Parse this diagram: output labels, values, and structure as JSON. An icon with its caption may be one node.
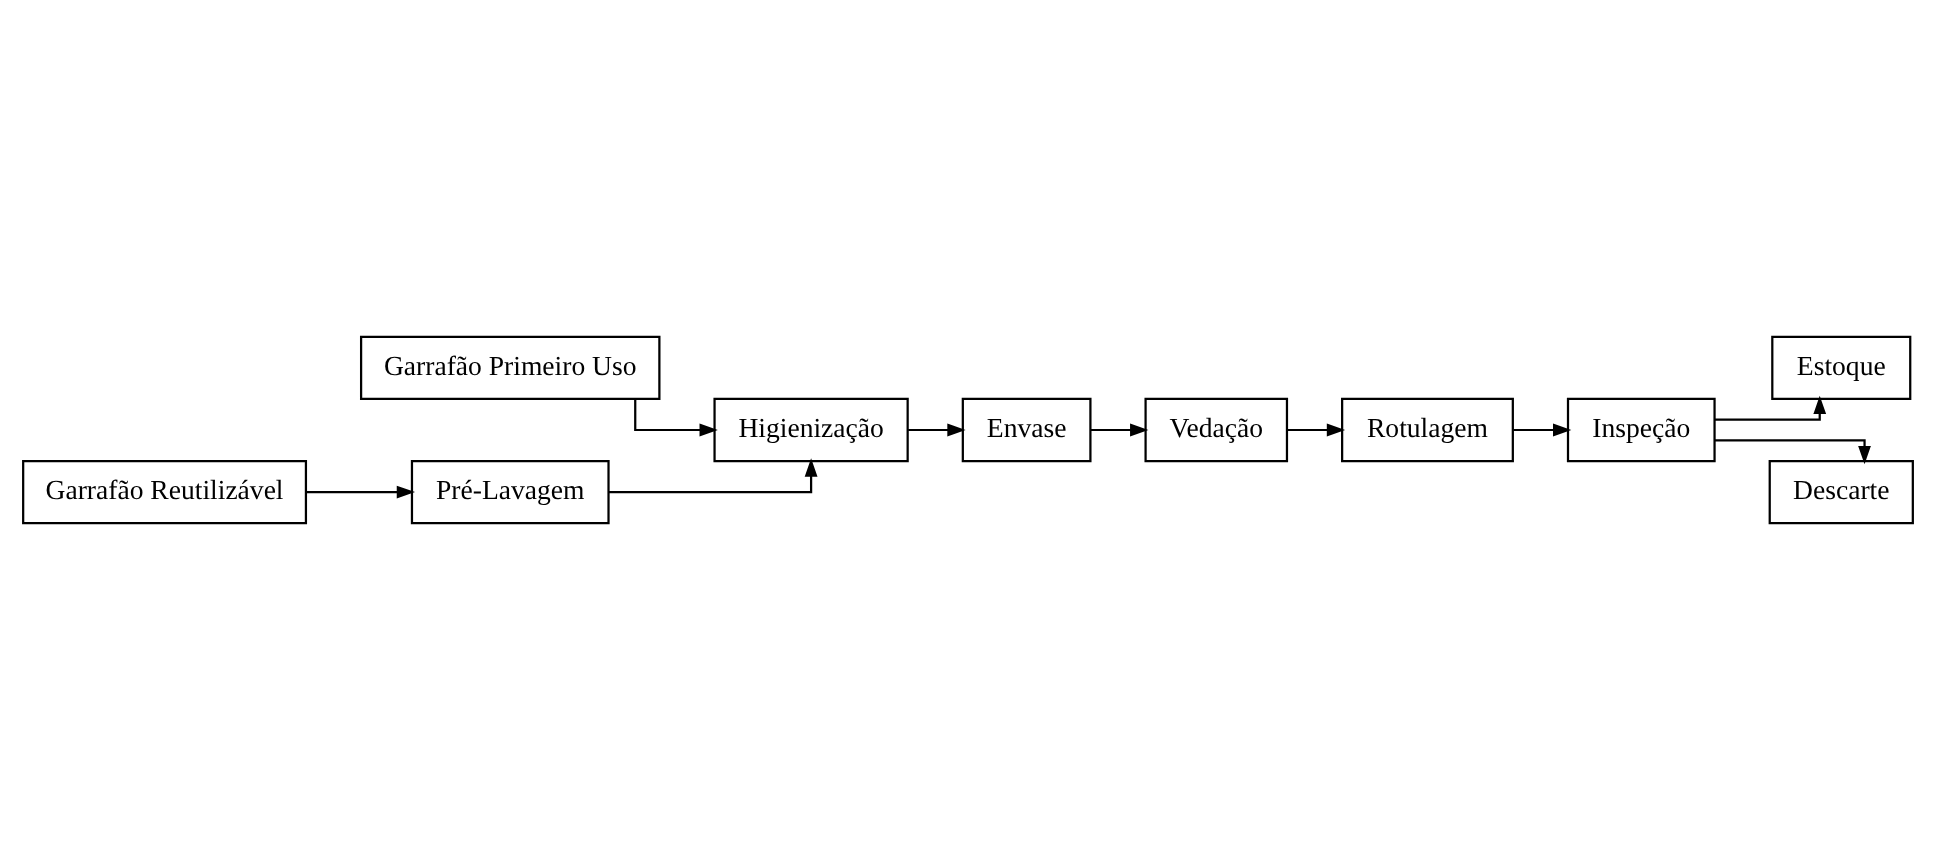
{
  "diagram": {
    "nodes": [
      {
        "text": [
          "Garrafão Primeiro Uso"
        ]
      },
      {
        "text": [
          "Garrafão Reutilizável"
        ]
      },
      {
        "text": [
          "Pré-Lavagem"
        ]
      },
      {
        "text": [
          "Higienização"
        ]
      },
      {
        "text": [
          "Envase"
        ]
      },
      {
        "text": [
          "Vedação"
        ]
      },
      {
        "text": [
          "Rotulagem"
        ]
      },
      {
        "text": [
          "Inspeção"
        ]
      },
      {
        "text": [
          "Estoque"
        ]
      },
      {
        "text": [
          "Descarte"
        ]
      }
    ],
    "edges": [
      {
        "from": 1,
        "to": 2,
        "arrow": "to"
      },
      {
        "from": 0,
        "to": 3,
        "arrow": "to"
      },
      {
        "from": 2,
        "to": 3,
        "arrow": "to"
      },
      {
        "from": 3,
        "to": 4,
        "arrow": "to"
      },
      {
        "from": 4,
        "to": 5,
        "arrow": "to"
      },
      {
        "from": 5,
        "to": 6,
        "arrow": "to"
      },
      {
        "from": 6,
        "to": 7,
        "arrow": "to"
      },
      {
        "from": 7,
        "to": 8,
        "arrow": "to"
      },
      {
        "from": 7,
        "to": 9,
        "arrow": "to"
      }
    ]
  }
}
